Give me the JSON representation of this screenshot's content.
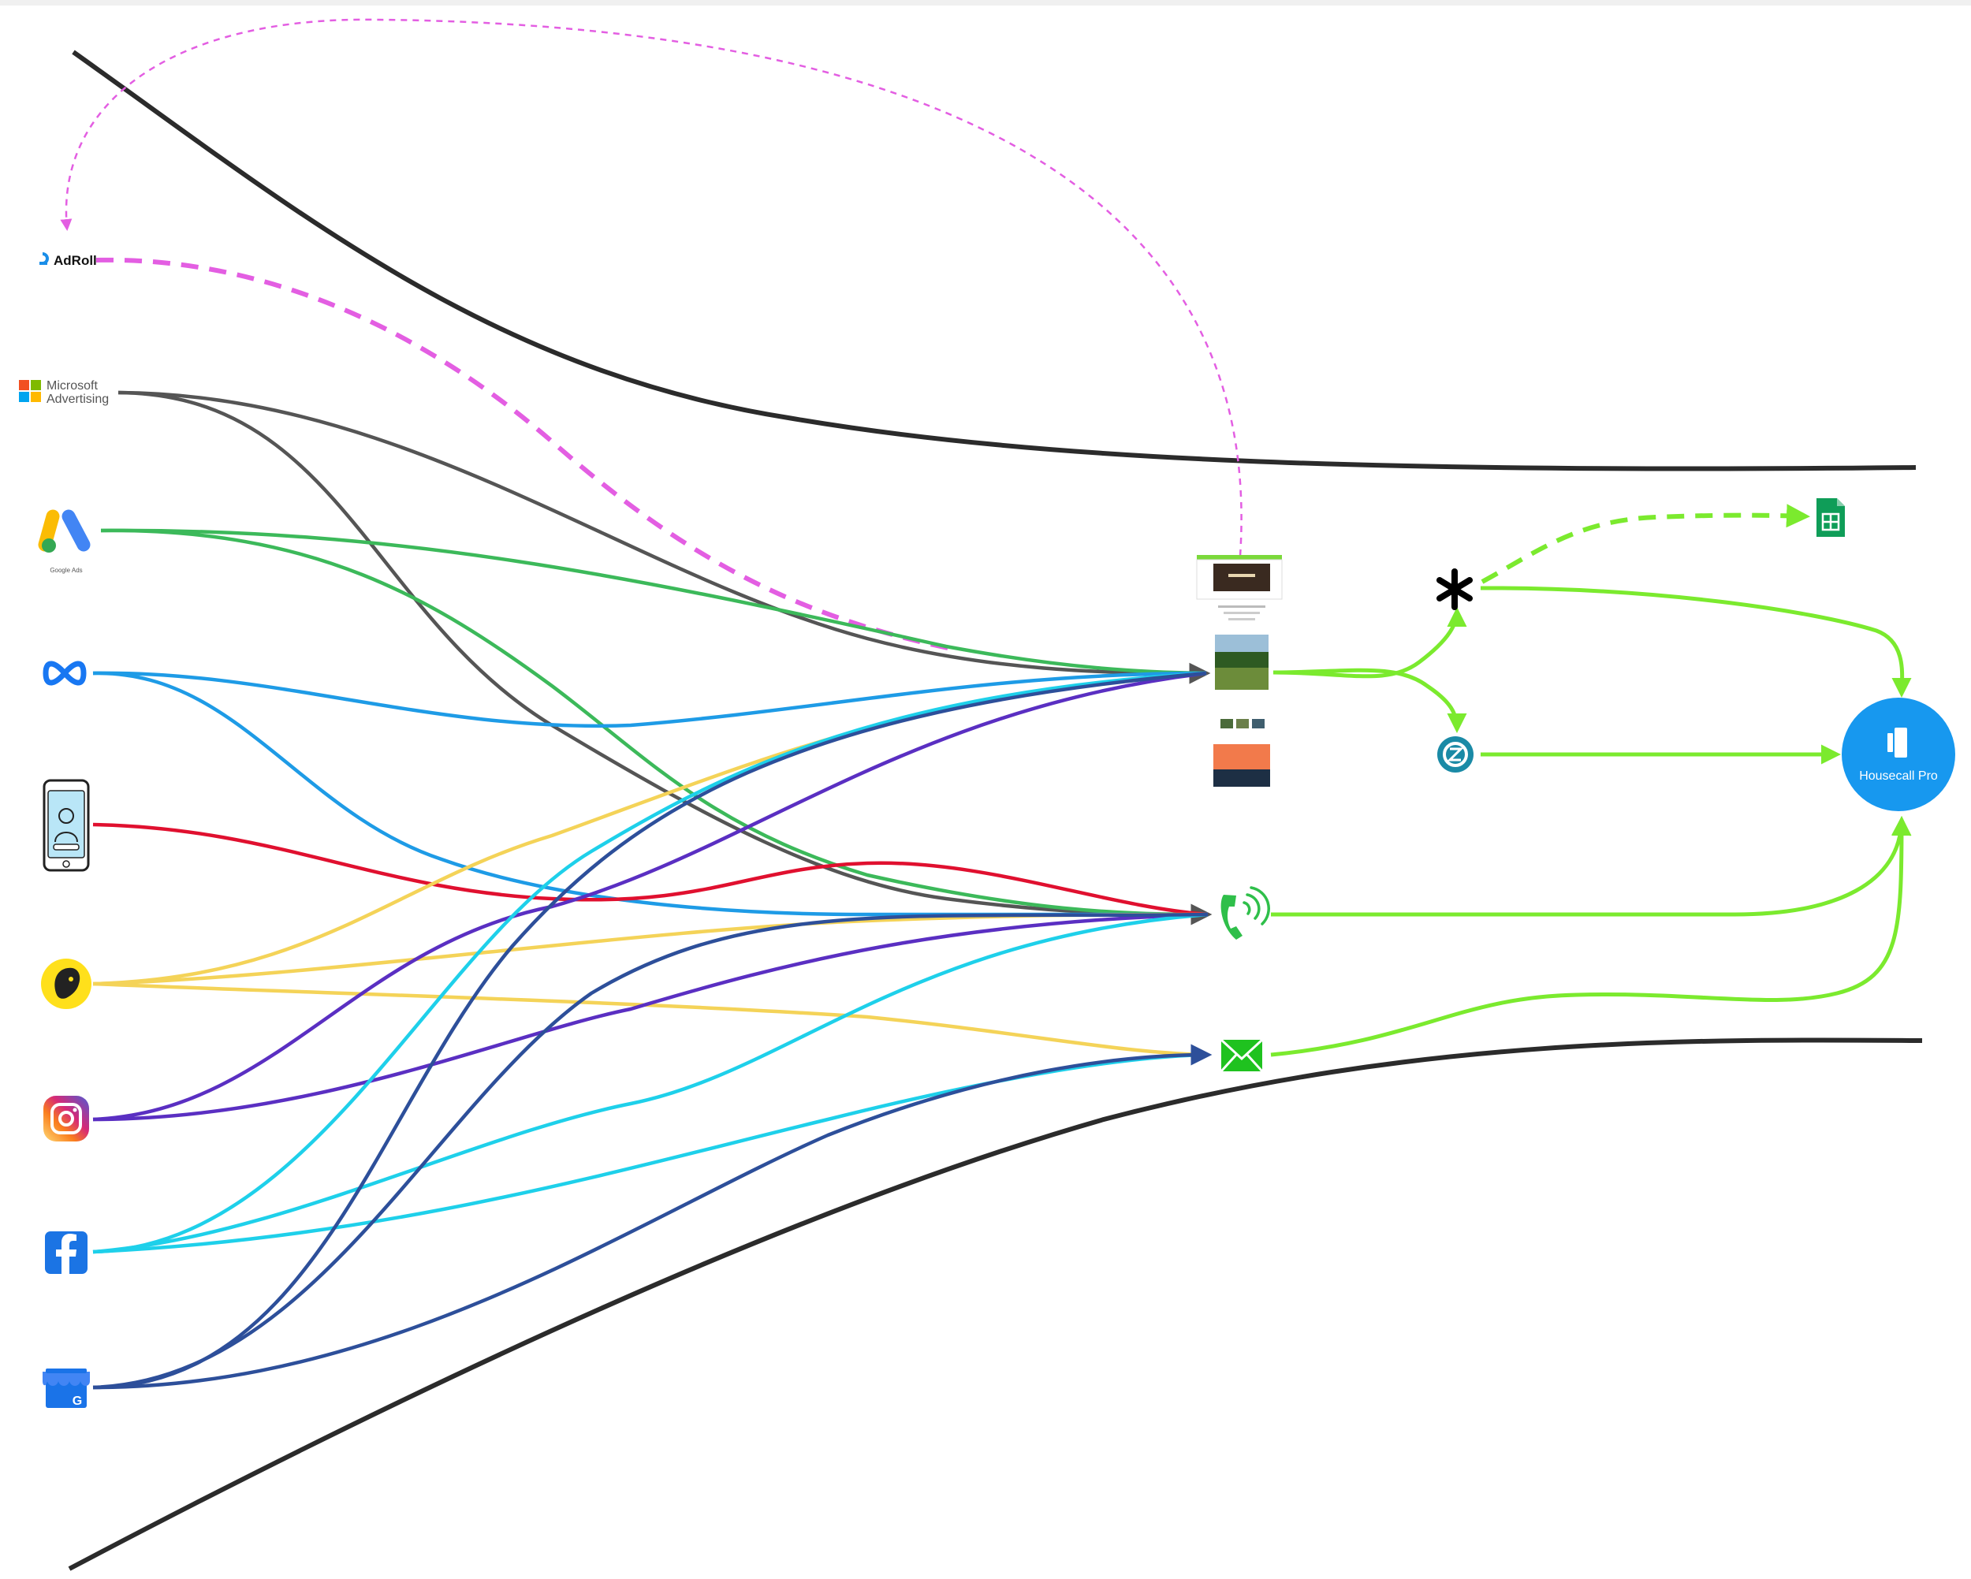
{
  "colors": {
    "funnel": "#2b2b2b",
    "adroll": "#e35ee2",
    "microsoft": "#555555",
    "google_ads": "#3cb95a",
    "meta": "#1e9be6",
    "phone_app": "#e0102f",
    "mailchimp": "#f4d358",
    "instagram": "#5a2fc2",
    "facebook": "#1ed0ea",
    "google_business": "#2d4f9a",
    "output": "#7bea2e",
    "housecall": "#1798ef"
  },
  "sources": {
    "adroll": {
      "label": "AdRoll",
      "icon": "adroll-logo"
    },
    "microsoft": {
      "label_line1": "Microsoft",
      "label_line2": "Advertising",
      "icon": "microsoft-logo"
    },
    "google_ads": {
      "label": "Google Ads",
      "icon": "google-ads-logo"
    },
    "meta": {
      "icon": "meta-logo"
    },
    "phone_app": {
      "icon": "phone-app-icon"
    },
    "mailchimp": {
      "icon": "mailchimp-logo"
    },
    "instagram": {
      "icon": "instagram-logo"
    },
    "facebook": {
      "icon": "facebook-logo"
    },
    "google_business": {
      "label": "G",
      "icon": "google-business-logo"
    }
  },
  "targets": {
    "website": {
      "icon": "website-thumbnail"
    },
    "phone": {
      "icon": "phone-call-icon"
    },
    "email": {
      "icon": "email-icon"
    }
  },
  "outputs": {
    "asterisk": {
      "label": "*",
      "icon": "asterisk-icon"
    },
    "zoom": {
      "icon": "zoom-icon"
    },
    "sheets": {
      "icon": "google-sheets-icon"
    },
    "housecall": {
      "label": "Housecall Pro",
      "icon": "housecall-pro-logo"
    }
  }
}
